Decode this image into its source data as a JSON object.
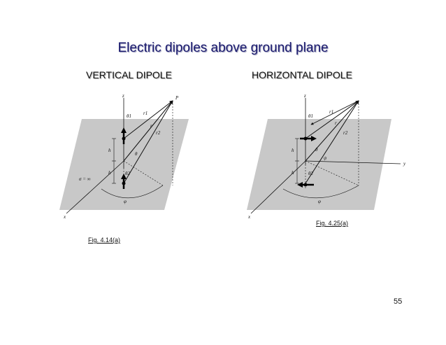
{
  "title": "Electric dipoles above ground plane",
  "left_panel": {
    "heading": "VERTICAL DIPOLE",
    "caption": "Fig. 4.14(a)",
    "labels": {
      "z": "z",
      "x": "x",
      "P": "P",
      "theta1": "θ1",
      "theta": "θ",
      "theta2": "θ2",
      "r1": "r1",
      "r": "r",
      "r2": "r2",
      "h_top": "h",
      "h_bottom": "h",
      "sigma": "σ = ∞",
      "phi": "φ"
    }
  },
  "right_panel": {
    "heading": "HORIZONTAL DIPOLE",
    "caption": "Fig. 4.25(a)",
    "labels": {
      "z": "z",
      "x": "x",
      "y": "y",
      "theta1": "θ1",
      "theta": "θ",
      "theta2": "θ2",
      "r1": "r1",
      "r": "r",
      "r2": "r2",
      "h_top": "h",
      "h_bottom": "h",
      "phi": "φ",
      "psi": "ψ"
    }
  },
  "page_number": "55"
}
